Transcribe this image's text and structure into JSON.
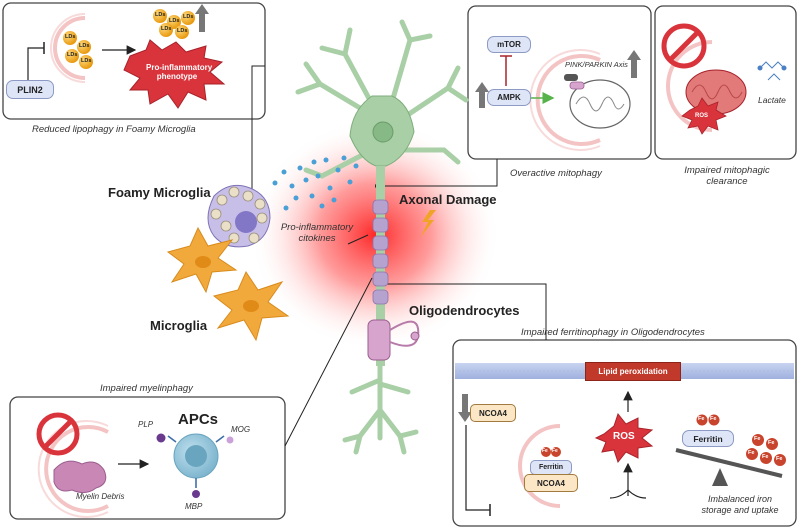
{
  "panels": {
    "lipophagy": {
      "caption": "Reduced lipophagy in Foamy Microglia",
      "plin2": "PLIN2",
      "lds": "LDs",
      "phenotype_line1": "Pro-inflammatory",
      "phenotype_line2": "phenotype"
    },
    "mitophagy": {
      "caption": "Overactive mitophagy",
      "mtor": "mTOR",
      "ampk": "AMPK",
      "pink_parkin": "PINK/PARKIN Axis"
    },
    "clearance": {
      "caption_line1": "Impaired mitophagic",
      "caption_line2": "clearance",
      "ros": "ROS",
      "lactate": "Lactate"
    },
    "myelinphagy": {
      "caption": "Impaired myelinphagy",
      "apcs": "APCs",
      "plp": "PLP",
      "mog": "MOG",
      "mbp": "MBP",
      "myelin_debris": "Myelin Debris"
    },
    "ferritinophagy": {
      "caption": "Impaired ferritinophagy in Oligodendrocytes",
      "lipid_peroxidation": "Lipid peroxidation",
      "ncoa4": "NCOA4",
      "ferritin": "Ferritin",
      "ros": "ROS",
      "fe": "Fe",
      "imbalance_line1": "Imbalanced iron",
      "imbalance_line2": "storage and uptake"
    }
  },
  "labels": {
    "foamy_microglia": "Foamy Microglia",
    "microglia": "Microglia",
    "axonal_damage": "Axonal Damage",
    "oligodendrocytes": "Oligodendrocytes",
    "cytokines_line1": "Pro-inflammatory",
    "cytokines_line2": "citokines"
  },
  "colors": {
    "panel_border": "#444444",
    "neuron": "#a9cfa6",
    "red_glow": "#ff2a2a",
    "microglia": "#f2a93b",
    "lipid_droplet": "#f4b223",
    "ros_star": "#d9343b",
    "myelin": "#c987b6",
    "ncoa4_fill": "#fbe6c5",
    "ferritin_fill": "#dde5f7",
    "membrane": "#bcc9ea"
  }
}
